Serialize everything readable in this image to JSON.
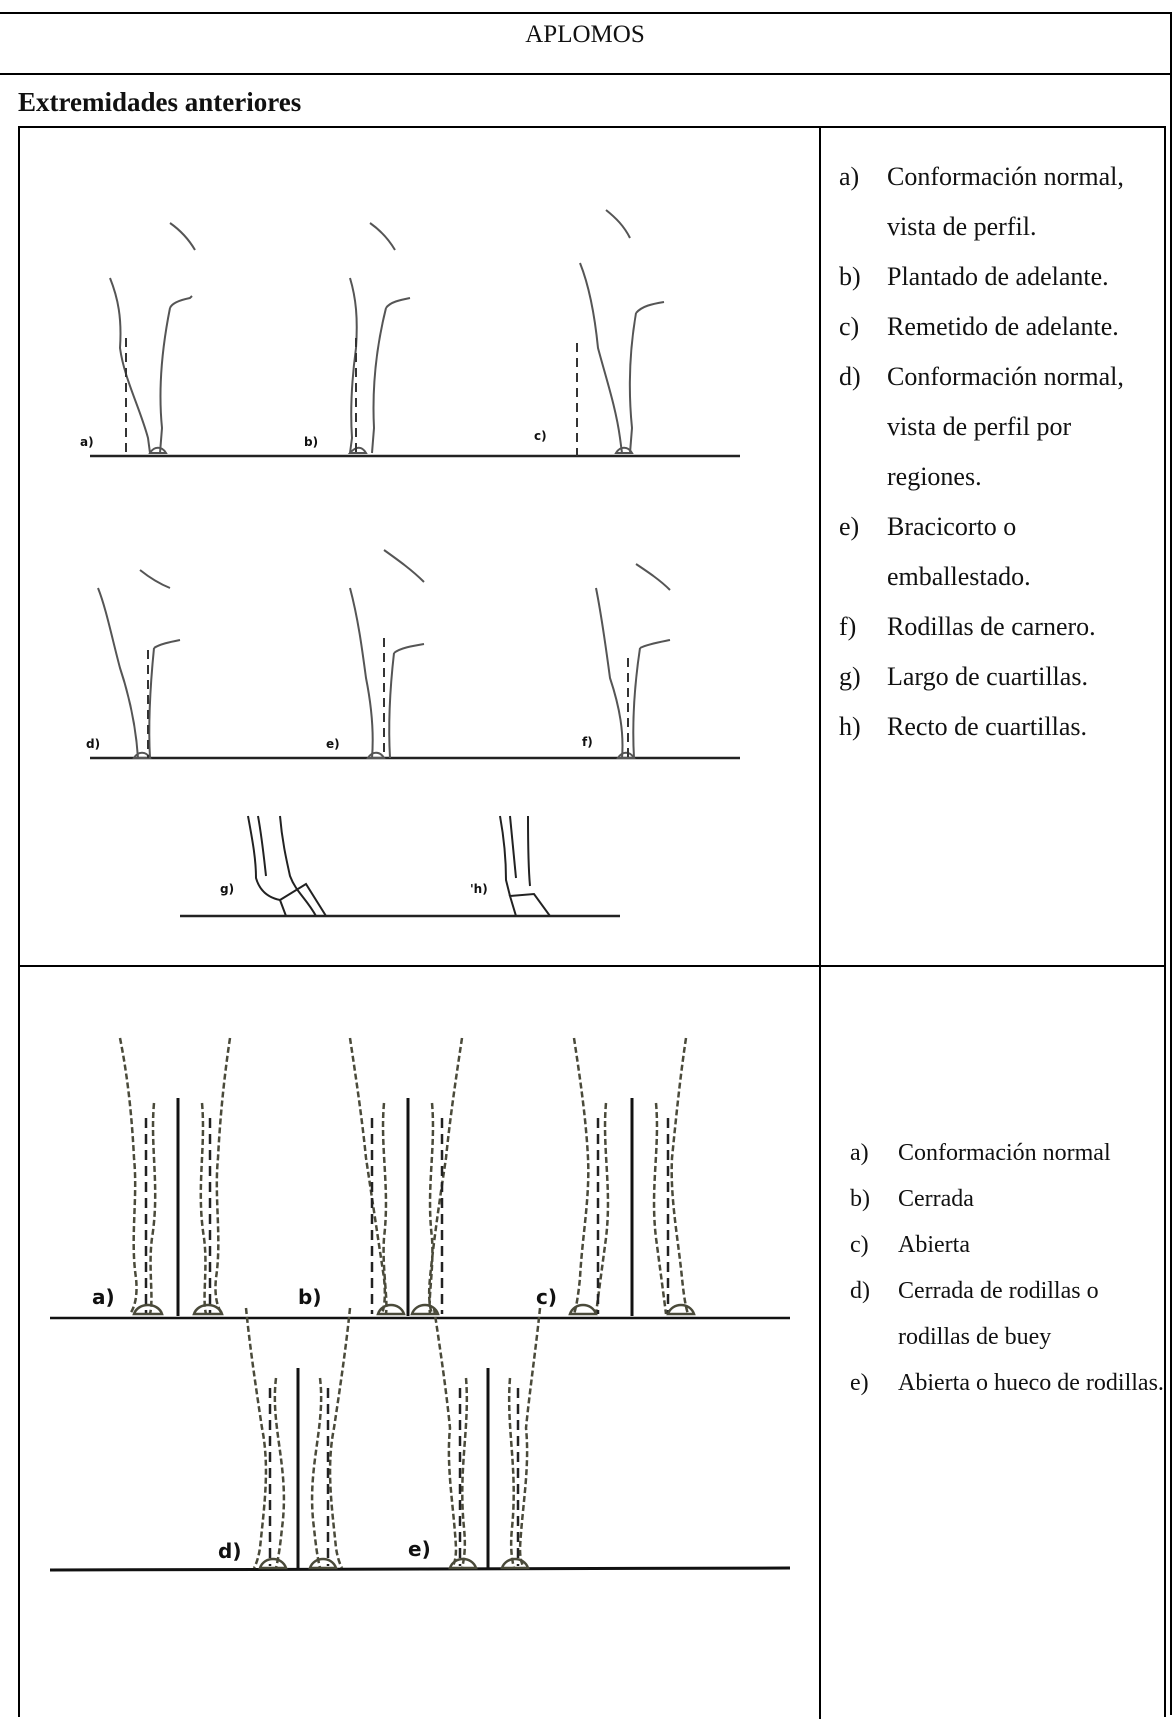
{
  "document": {
    "title": "APLOMOS",
    "section": "Extremidades anteriores"
  },
  "figure_lateral": {
    "panel_labels": [
      "a)",
      "b)",
      "c)",
      "d)",
      "e)",
      "f)",
      "g)",
      "'h)"
    ]
  },
  "captions_lateral": [
    {
      "letter": "a)",
      "text": "Conformación normal, vista de perfil."
    },
    {
      "letter": "b)",
      "text": "Plantado de adelante."
    },
    {
      "letter": "c)",
      "text": "Remetido de adelante."
    },
    {
      "letter": "d)",
      "text": "Conformación normal, vista de perfil por regiones."
    },
    {
      "letter": "e)",
      "text": "Bracicorto o emballestado."
    },
    {
      "letter": "f)",
      "text": "Rodillas de carnero."
    },
    {
      "letter": "g)",
      "text": "Largo de cuartillas."
    },
    {
      "letter": "h)",
      "text": "Recto de cuartillas."
    }
  ],
  "figure_frontal": {
    "panel_labels": [
      "a)",
      "b)",
      "c)",
      "d)",
      "e)"
    ]
  },
  "captions_frontal": [
    {
      "letter": "a)",
      "text": "Conformación normal"
    },
    {
      "letter": "b)",
      "text": "Cerrada"
    },
    {
      "letter": "c)",
      "text": "Abierta"
    },
    {
      "letter": "d)",
      "text": "Cerrada de rodillas o rodillas de buey"
    },
    {
      "letter": "e)",
      "text": "Abierta o hueco de rodillas."
    }
  ]
}
